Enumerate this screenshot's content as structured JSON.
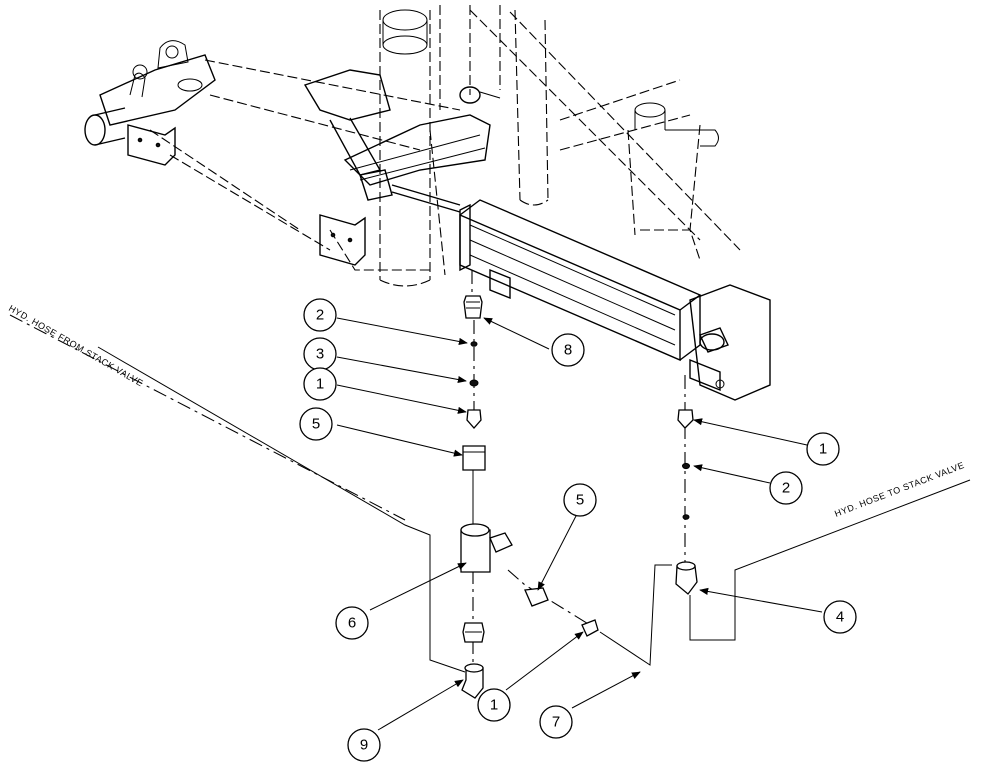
{
  "labels": {
    "hose_from": "HYD. HOSE FROM STACK VALVE",
    "hose_to": "HYD. HOSE TO STACK VALVE"
  },
  "callouts": [
    {
      "id": "c-2a",
      "number": "2"
    },
    {
      "id": "c-3",
      "number": "3"
    },
    {
      "id": "c-1a",
      "number": "1"
    },
    {
      "id": "c-5a",
      "number": "5"
    },
    {
      "id": "c-8",
      "number": "8"
    },
    {
      "id": "c-1b",
      "number": "1"
    },
    {
      "id": "c-2b",
      "number": "2"
    },
    {
      "id": "c-5b",
      "number": "5"
    },
    {
      "id": "c-6",
      "number": "6"
    },
    {
      "id": "c-4",
      "number": "4"
    },
    {
      "id": "c-1c",
      "number": "1"
    },
    {
      "id": "c-7",
      "number": "7"
    },
    {
      "id": "c-9",
      "number": "9"
    }
  ]
}
